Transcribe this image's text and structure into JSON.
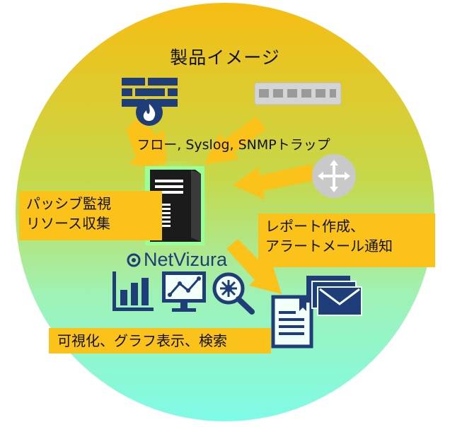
{
  "title": "製品イメージ",
  "sources_label": "フロー, Syslog, SNMPトラップ",
  "brand": {
    "logo_text": "NetVizura"
  },
  "boxes": {
    "passive": [
      "パッシブ監視",
      "リソース収集"
    ],
    "report": [
      "レポート作成、",
      "アラートメール通知"
    ],
    "visual": "可視化、グラフ表示、検索"
  },
  "icons": {
    "source_icons": [
      "firewall-icon",
      "switch-icon",
      "router-icon"
    ],
    "analysis_icons": [
      "bar-chart-icon",
      "monitor-chart-icon",
      "magnifier-icon"
    ],
    "output_icons": [
      "report-document-icon",
      "mail-stack-icon"
    ]
  },
  "colors": {
    "circle_top": "#f7bd12",
    "circle_bottom": "#7ffbe7",
    "accent_orange": "#fbc21a",
    "icon_navy": "#1f3d78",
    "server_glow": "#99ff99"
  }
}
